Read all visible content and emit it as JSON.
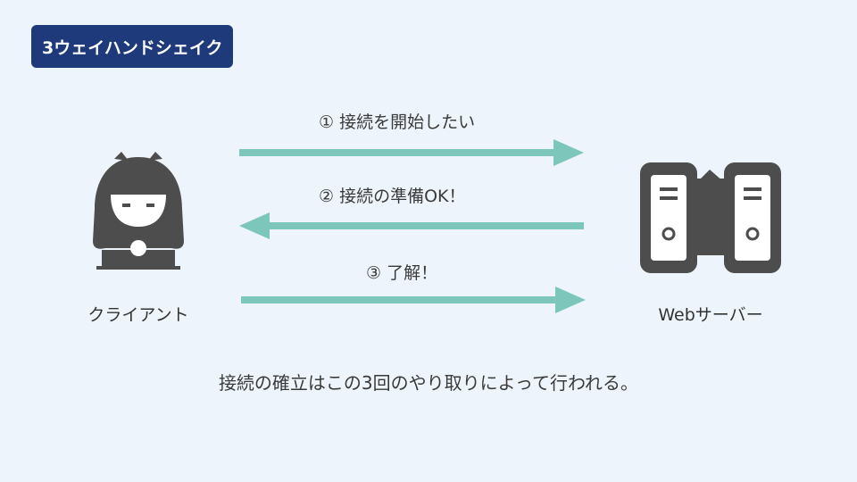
{
  "title": "3ウェイハンドシェイク",
  "steps": [
    {
      "label": "① 接続を開始したい"
    },
    {
      "label": "② 接続の準備OK！"
    },
    {
      "label": "③ 了解！"
    }
  ],
  "client": {
    "label": "クライアント",
    "icon": "user-laptop-icon"
  },
  "server": {
    "label": "Webサーバー",
    "icon": "server-icon"
  },
  "caption": "接続の確立はこの3回のやり取りによって行われる。",
  "colors": {
    "accent": "#1e3a7b",
    "arrow": "#7cc6bb",
    "icon": "#4d4d4d",
    "background": "#eef4fb"
  }
}
